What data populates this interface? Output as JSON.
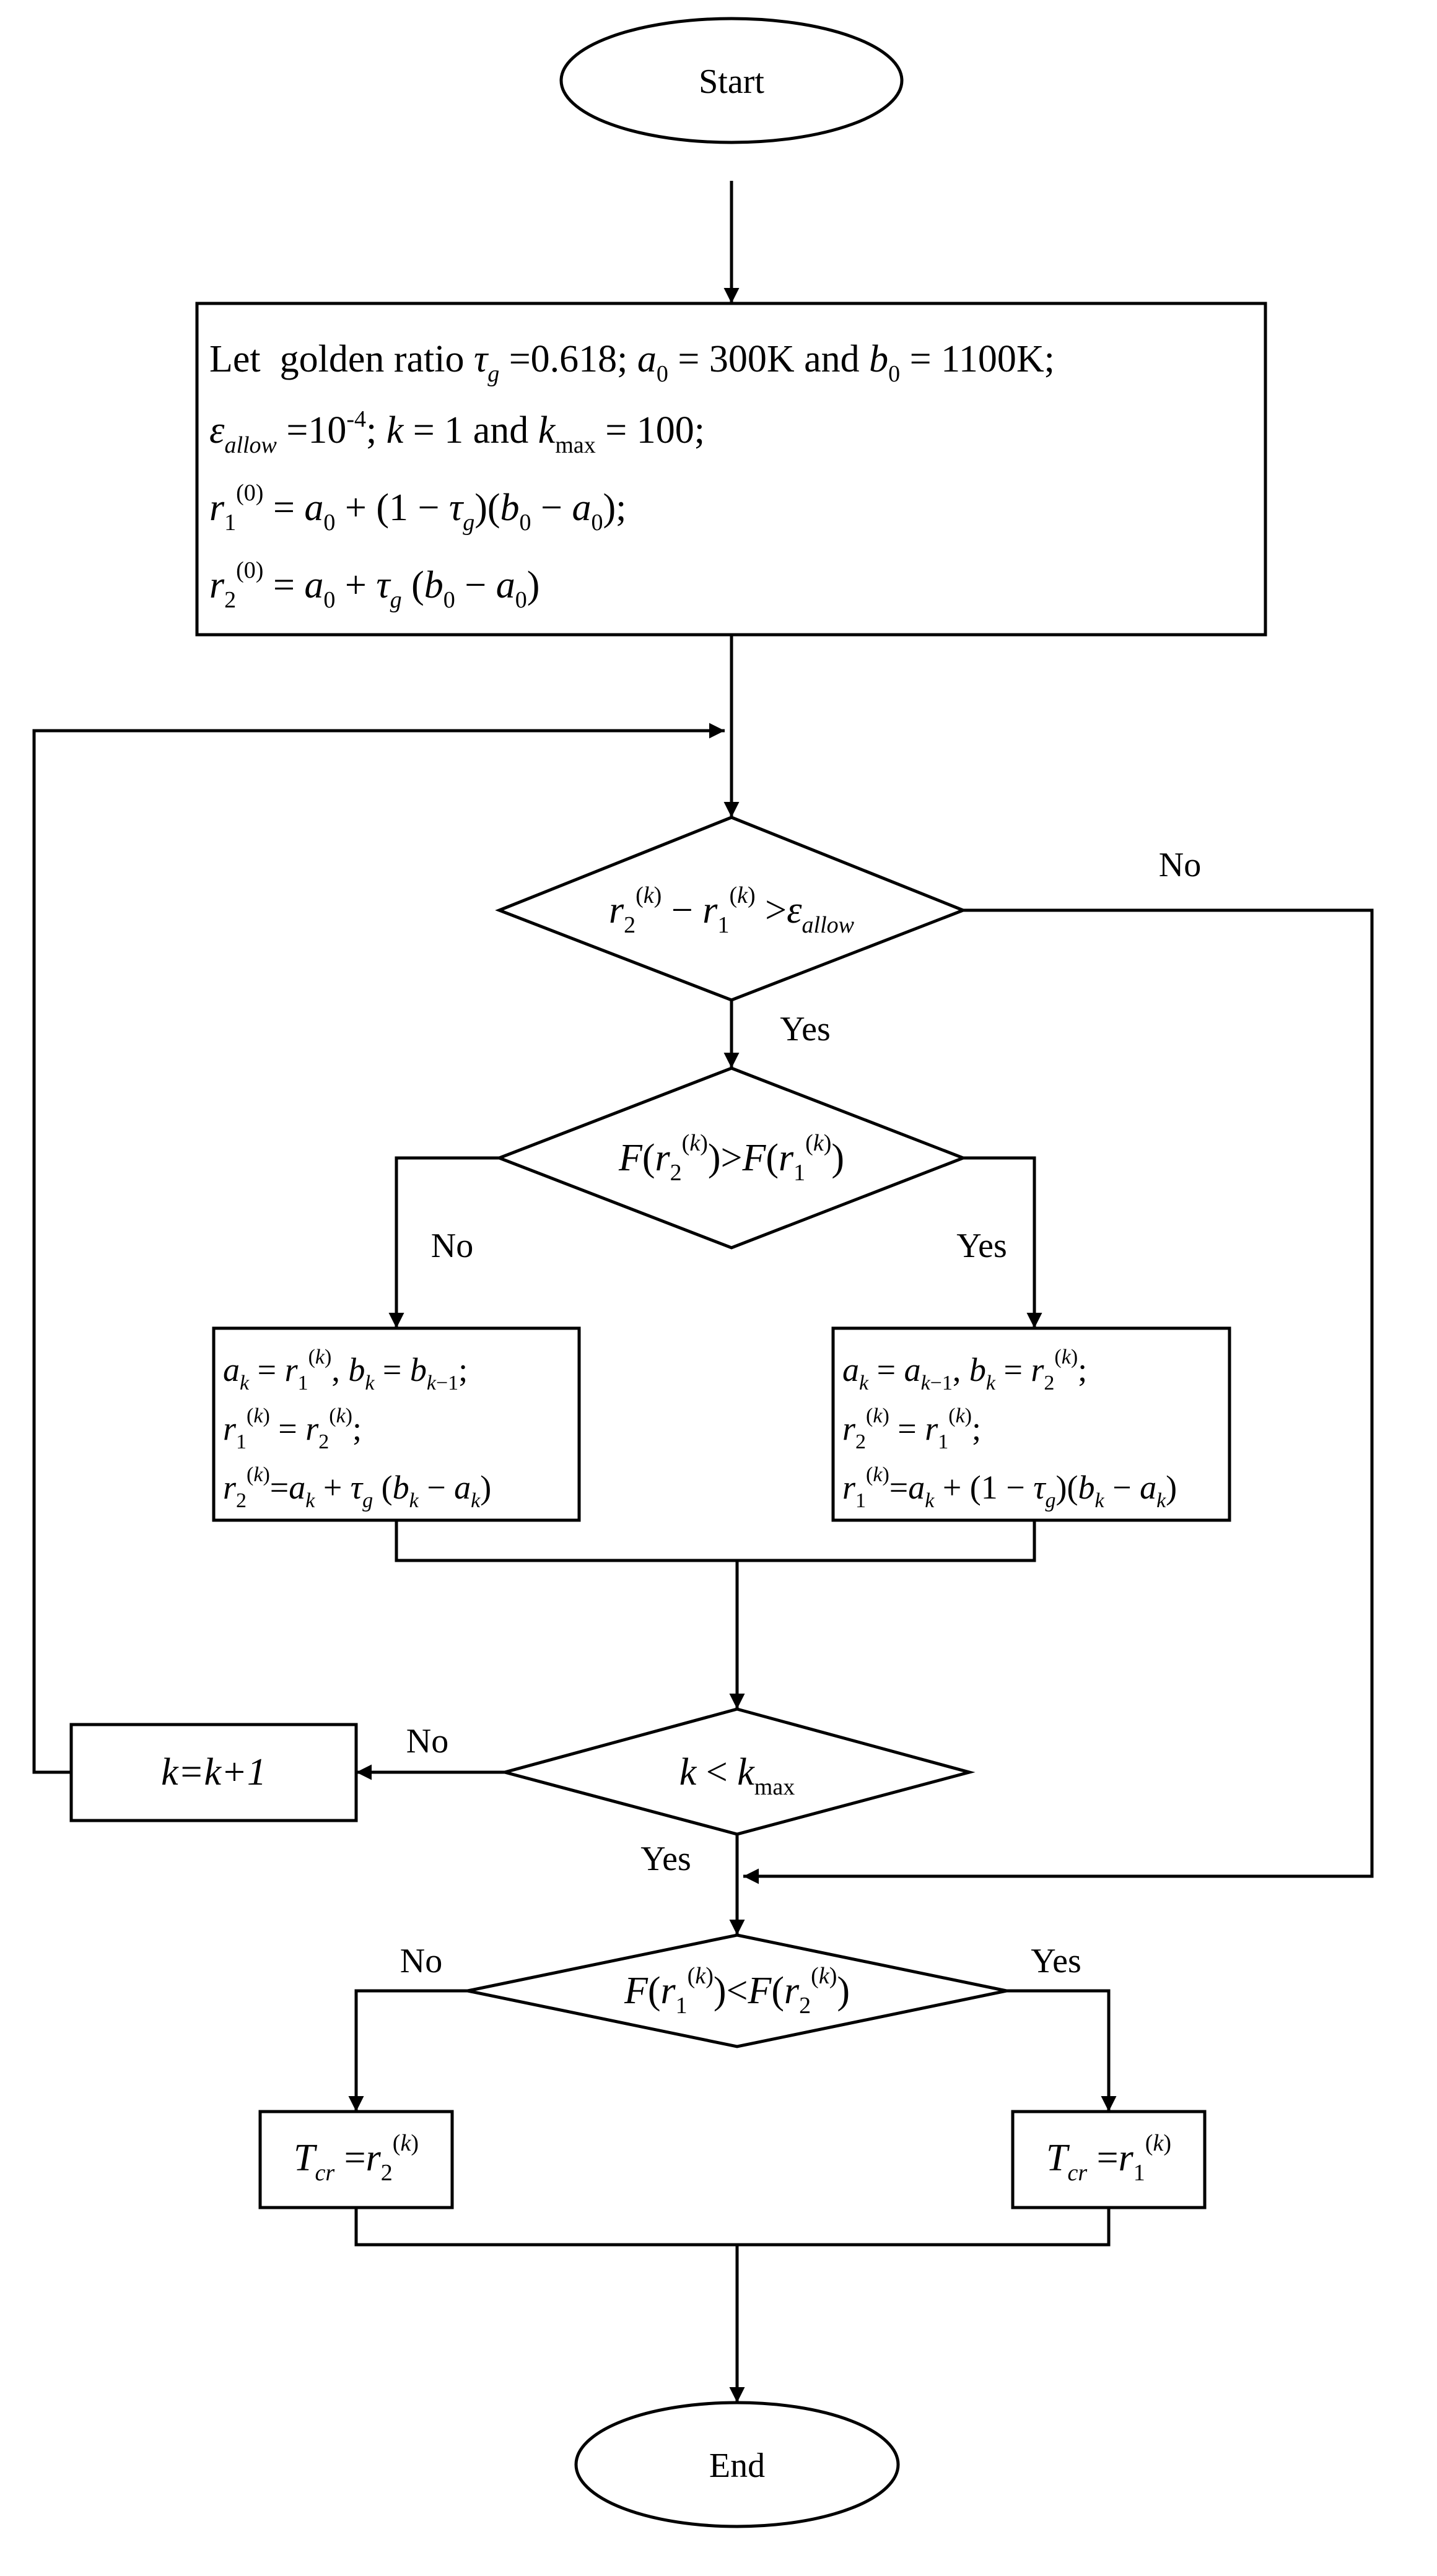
{
  "terminals": {
    "start": "Start",
    "end": "End"
  },
  "init": {
    "line1_prefix": "Let  golden ratio ",
    "tau_value": "0.618",
    "a0_value": "300K",
    "b0_value": "1100K",
    "eps_value": "10",
    "eps_exp": "-4",
    "k_value": "1",
    "kmax_value": "100"
  },
  "decisions": {
    "convergence": {
      "yes": "Yes",
      "no": "No"
    },
    "compare_F": {
      "yes": "Yes",
      "no": "No"
    },
    "iteration_limit": {
      "yes": "Yes",
      "no": "No"
    },
    "final_compare": {
      "yes": "Yes",
      "no": "No"
    }
  },
  "increment": {
    "text": "k=k+1"
  }
}
